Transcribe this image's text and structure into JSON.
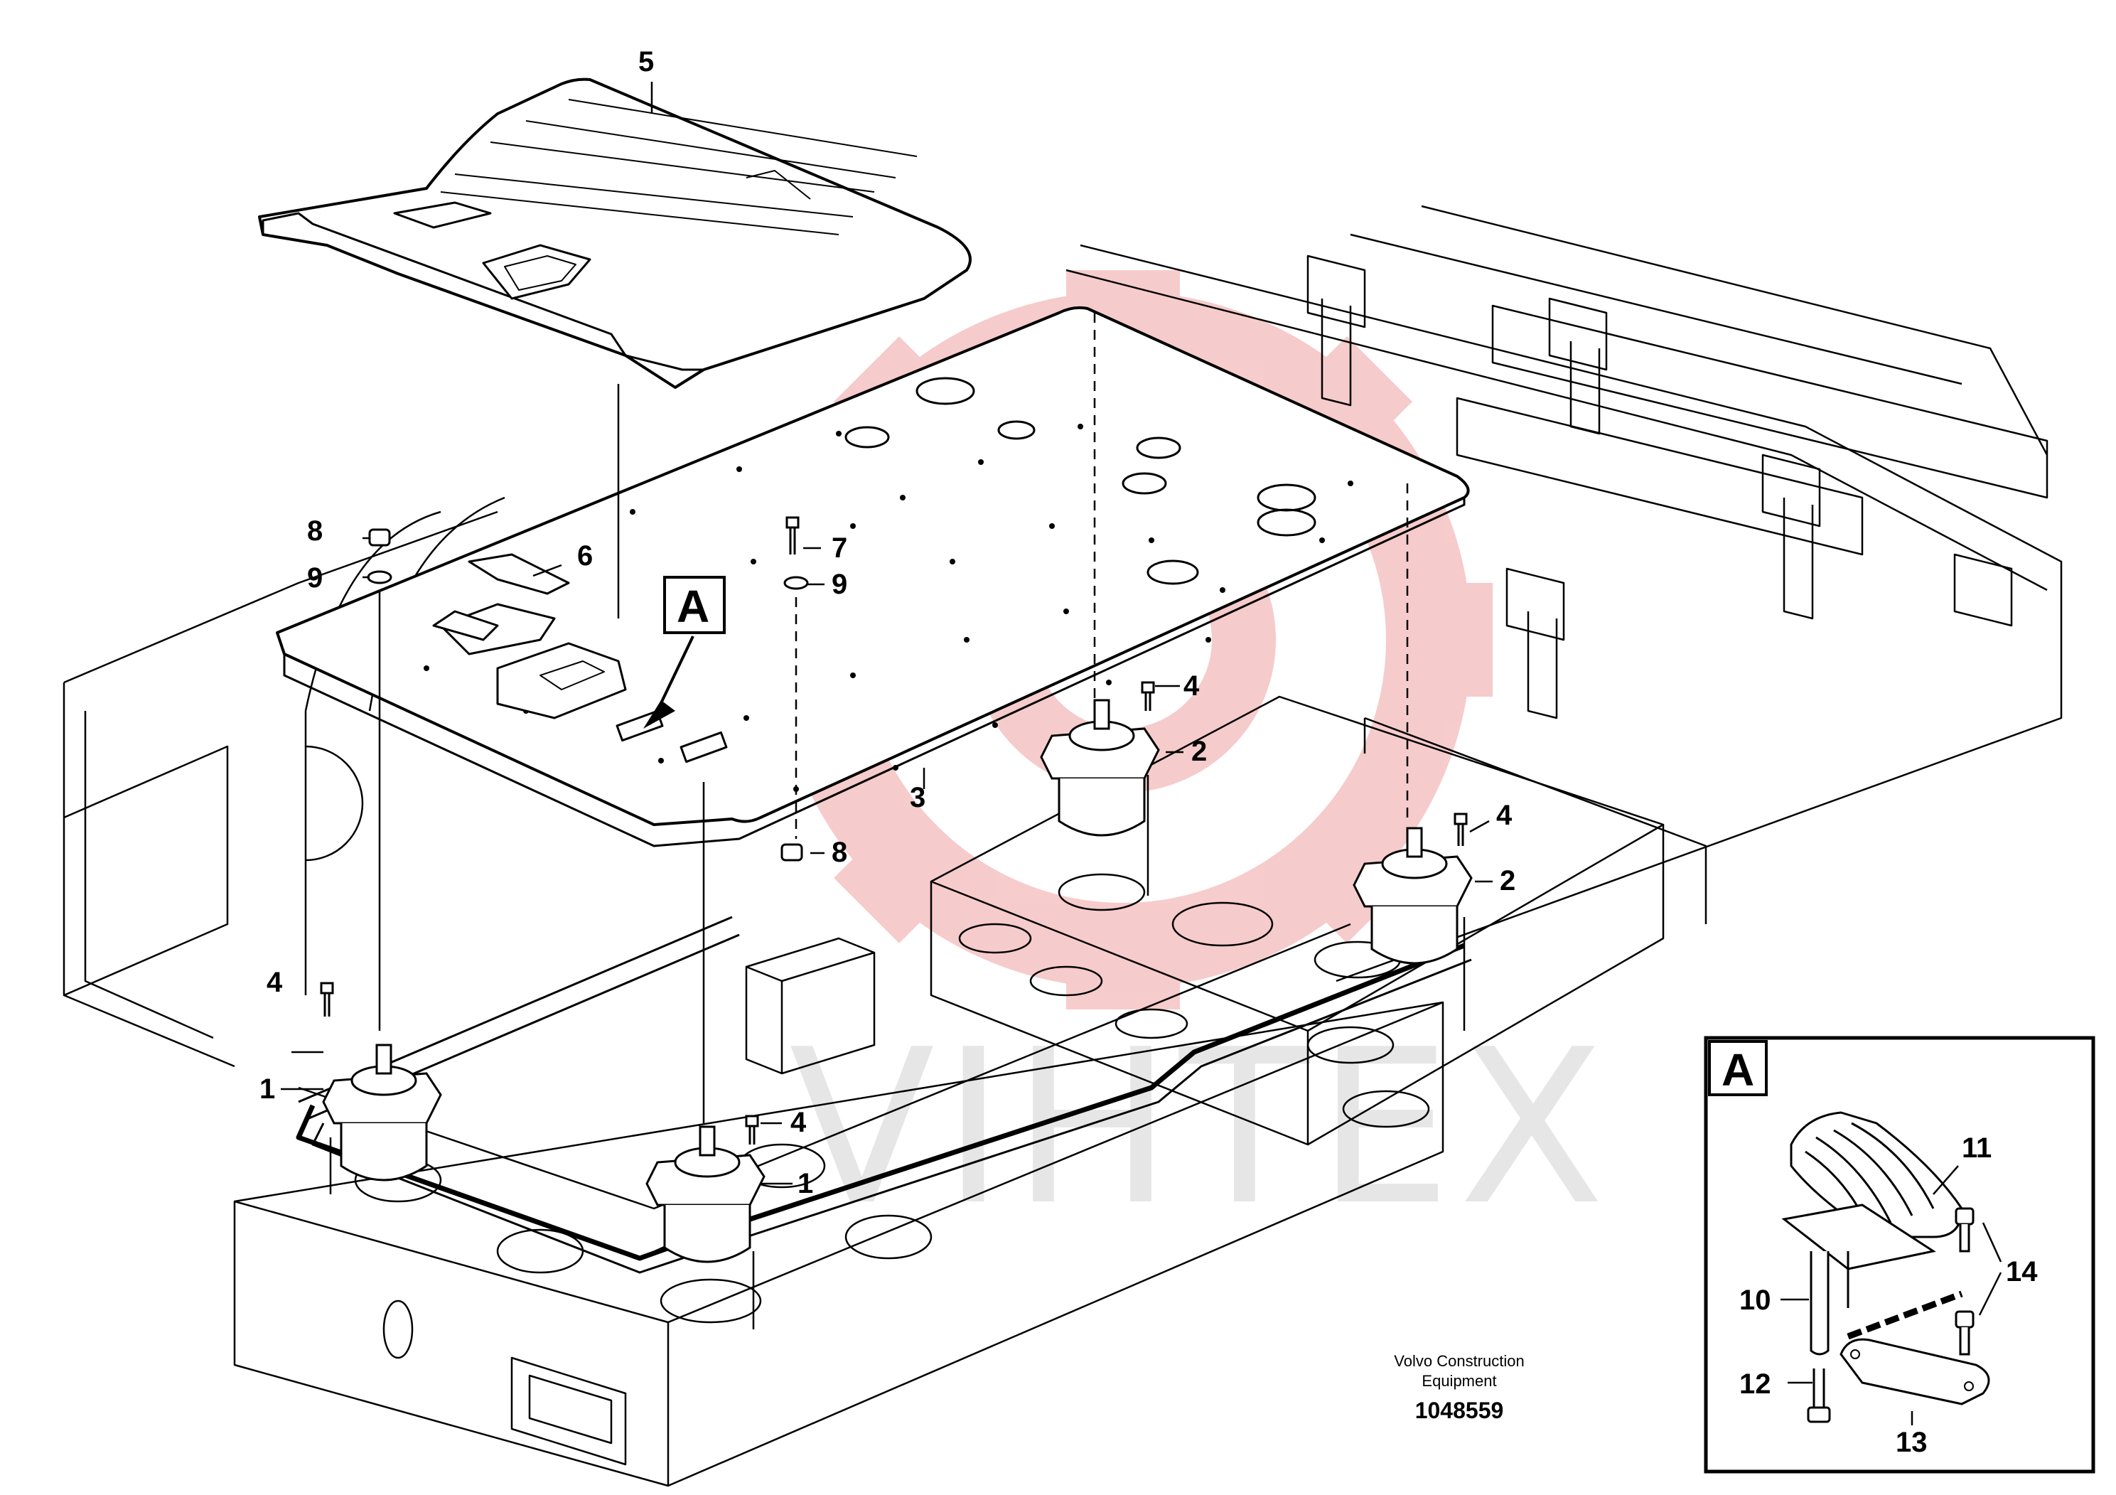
{
  "diagram": {
    "caption_line1": "Volvo Construction",
    "caption_line2": "Equipment",
    "document_number": "1048559",
    "watermark_text": "VIHTEX",
    "view_marker": "A",
    "detail_view_label": "A",
    "callouts": {
      "c1a": "1",
      "c1b": "1",
      "c2a": "2",
      "c2b": "2",
      "c3": "3",
      "c4a": "4",
      "c4b": "4",
      "c4c": "4",
      "c4d": "4",
      "c5": "5",
      "c6": "6",
      "c7": "7",
      "c8a": "8",
      "c8b": "8",
      "c9a": "9",
      "c9b": "9",
      "c10": "10",
      "c11": "11",
      "c12": "12",
      "c13": "13",
      "c14": "14"
    }
  },
  "colors": {
    "line": "#000000",
    "watermark_red": "#f6c6c6",
    "watermark_gray": "#e6e6e6",
    "background": "#ffffff"
  }
}
